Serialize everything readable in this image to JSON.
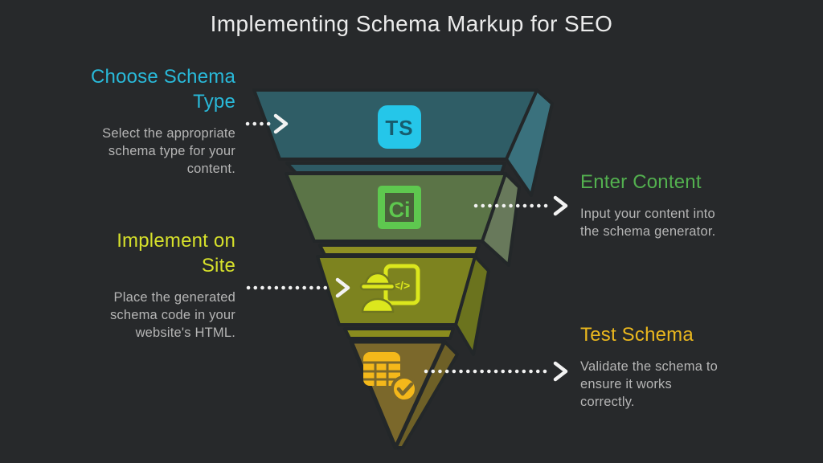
{
  "title": "Implementing Schema Markup for SEO",
  "theme": {
    "background": "#27292b",
    "outline": "#232729",
    "arrow": "#f2f2f2",
    "title_color": "#ebebeb",
    "body_text": "#b5b5b5"
  },
  "steps": [
    {
      "order": 1,
      "heading": "Choose Schema\nType",
      "heading_color": "#29b9d9",
      "description": "Select the appropriate\nschema type for your\ncontent.",
      "icon": {
        "name": "typescript-icon",
        "text": "TS",
        "bg": "#25c6e9",
        "fg": "#175c6e"
      },
      "colors": {
        "face": "#2f5d66",
        "side": "#3a717d",
        "strip": "#2e5a64"
      }
    },
    {
      "order": 2,
      "heading": "Enter Content",
      "heading_color": "#53b04f",
      "description": "Input your content into\nthe schema generator.",
      "icon": {
        "name": "code-inspector-icon",
        "text": "Ci",
        "bg": "#5ec84f",
        "inner": "#49613a",
        "fg": "#5ec84f"
      },
      "colors": {
        "face": "#5b7447",
        "side": "#68795b",
        "strip": "#8f9023"
      }
    },
    {
      "order": 3,
      "heading": "Implement on\nSite",
      "heading_color": "#d6e02b",
      "description": "Place the generated\nschema code in your\nwebsite's HTML.",
      "icon": {
        "name": "developer-code-icon",
        "text": "</>",
        "color": "#dce71d",
        "knockout": "#70771f"
      },
      "colors": {
        "face": "#7d831f",
        "side": "#6b731e",
        "strip": "#8a8c1e"
      }
    },
    {
      "order": 4,
      "heading": "Test Schema",
      "heading_color": "#eab71e",
      "description": "Validate the schema to\nensure it works\ncorrectly.",
      "icon": {
        "name": "table-check-icon",
        "color": "#f4b81a",
        "detail": "#7b682b"
      },
      "colors": {
        "face": "#7b682b",
        "side": "#6e6027"
      }
    }
  ]
}
